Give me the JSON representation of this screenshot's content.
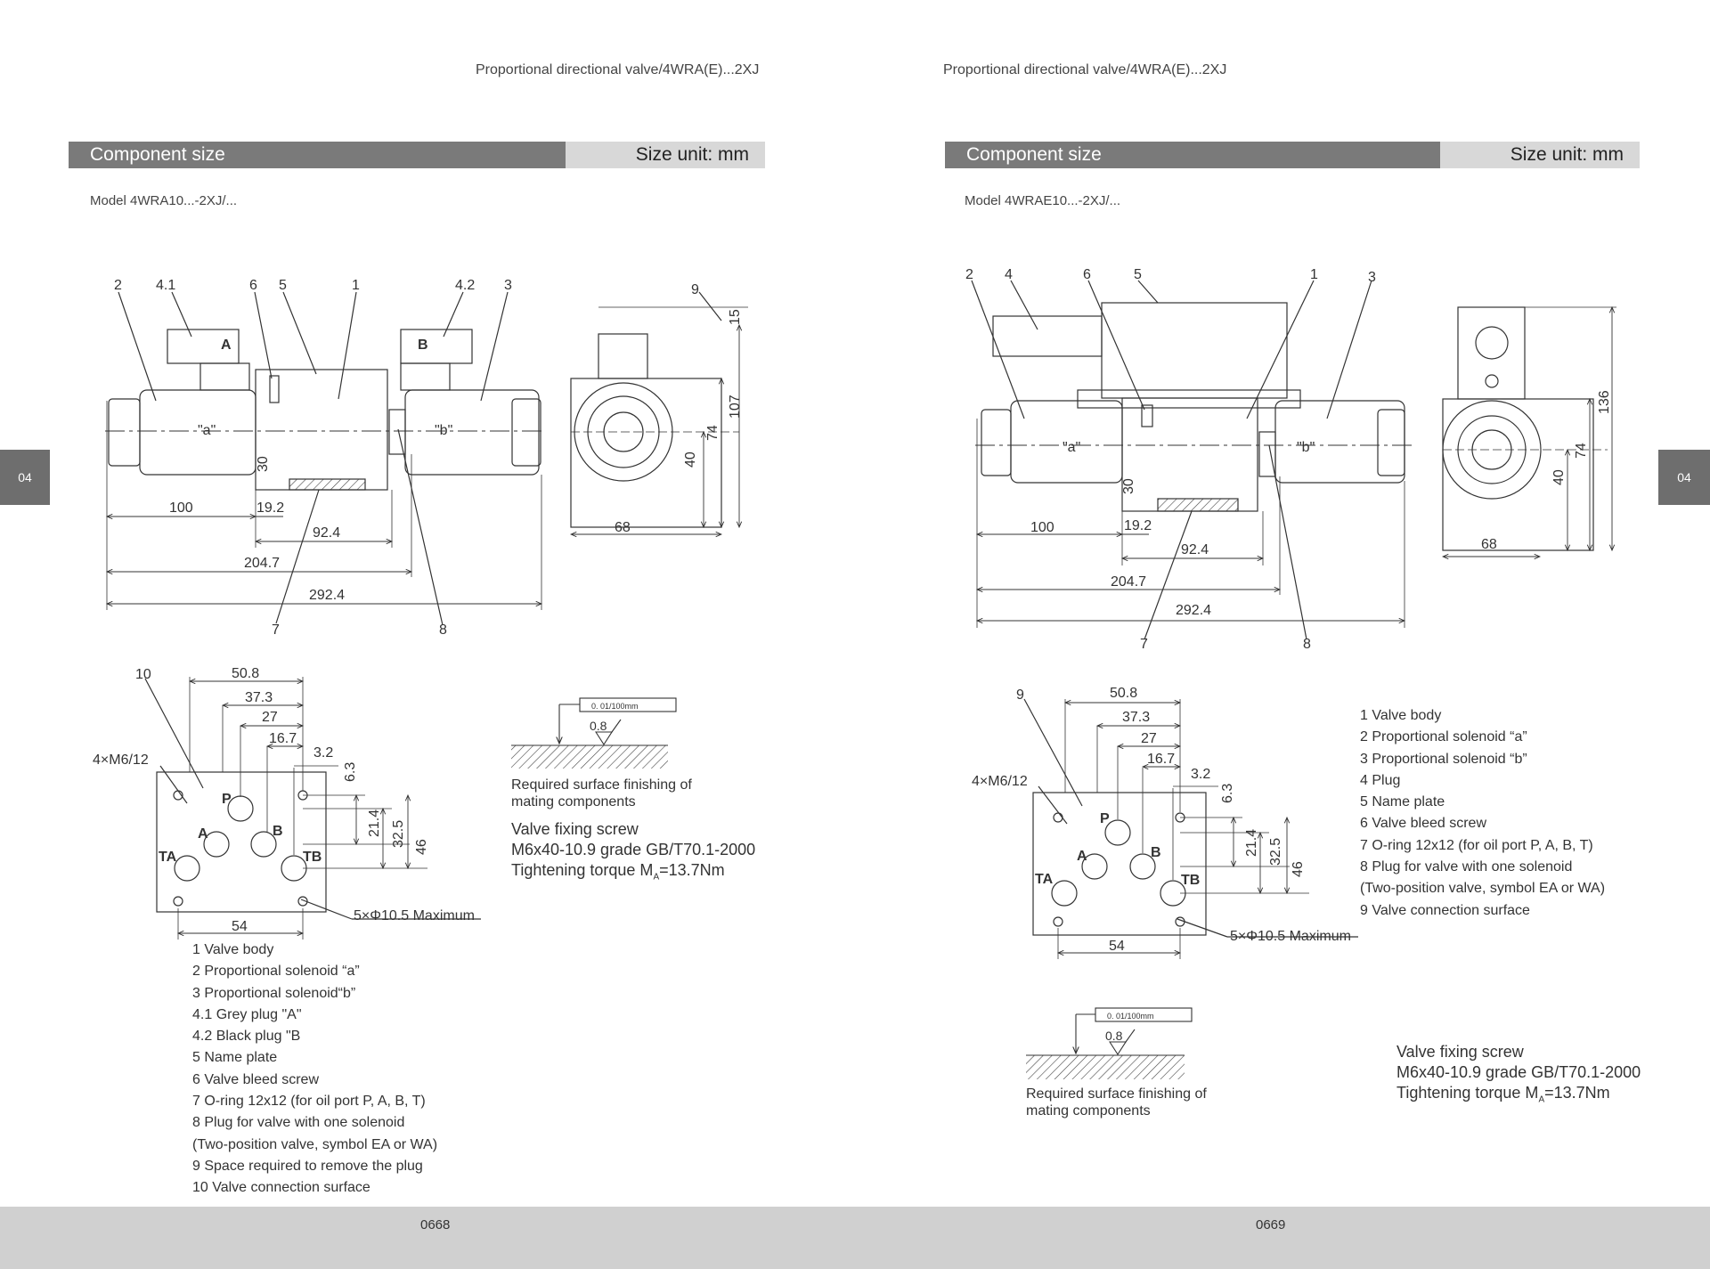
{
  "left": {
    "header": "Proportional directional valve/4WRA(E)...2XJ",
    "section_title": "Component size",
    "size_unit": "Size unit: mm",
    "model": "Model 4WRA10...-2XJ/...",
    "side_tab": "04",
    "page_number": "0668",
    "surface_note": [
      "Required surface finishing of",
      "mating components"
    ],
    "screw": {
      "line1": "Valve fixing screw",
      "line2": "M6x40-10.9 grade GB/T70.1-2000",
      "line3_prefix": "Tightening torque M",
      "line3_sub": "A",
      "line3_suffix": "=13.7Nm"
    },
    "legend": [
      "1 Valve body",
      "2 Proportional solenoid “a”",
      "3 Proportional solenoid“b”",
      "4.1 Grey plug \"A\"",
      "4.2 Black plug \"B",
      "5 Name plate",
      "6 Valve bleed screw",
      "7 O-ring 12x12 (for oil port P, A, B, T)",
      "8 Plug for valve with one solenoid",
      "(Two-position valve, symbol EA or WA)",
      "9 Space required to remove the plug",
      "10 Valve connection surface"
    ],
    "callouts": [
      "2",
      "4.1",
      "6",
      "5",
      "1",
      "4.2",
      "3",
      "9",
      "7",
      "8",
      "10"
    ],
    "dims": [
      "100",
      "19.2",
      "92.4",
      "204.7",
      "292.4",
      "30",
      "68",
      "40",
      "74",
      "107",
      "15",
      "50.8",
      "37.3",
      "27",
      "16.7",
      "3.2",
      "6.3",
      "21.4",
      "32.5",
      "46",
      "54",
      "0.8"
    ],
    "labels": [
      "\"a\"",
      "\"b\"",
      "A",
      "B",
      "P",
      "TA",
      "TB",
      "4×M6/12",
      "5×Φ10.5 Maximum"
    ],
    "flatness": "0. 01/100mm"
  },
  "right": {
    "header": "Proportional directional valve/4WRA(E)...2XJ",
    "section_title": "Component size",
    "size_unit": "Size unit: mm",
    "model": "Model 4WRAE10...-2XJ/...",
    "side_tab": "04",
    "page_number": "0669",
    "surface_note": [
      "Required surface finishing of",
      "mating components"
    ],
    "screw": {
      "line1": "Valve fixing screw",
      "line2": "M6x40-10.9 grade GB/T70.1-2000",
      "line3_prefix": "Tightening torque M",
      "line3_sub": "A",
      "line3_suffix": "=13.7Nm"
    },
    "legend": [
      "1 Valve body",
      "2 Proportional solenoid “a”",
      "3 Proportional solenoid “b”",
      "4 Plug",
      "5 Name plate",
      "6 Valve bleed screw",
      "7 O-ring 12x12 (for oil port P, A, B, T)",
      "8 Plug for valve with one solenoid",
      "(Two-position valve, symbol EA or WA)",
      "9 Valve connection surface"
    ],
    "callouts": [
      "2",
      "4",
      "6",
      "5",
      "1",
      "3",
      "7",
      "8",
      "9"
    ],
    "dims": [
      "100",
      "19.2",
      "92.4",
      "204.7",
      "292.4",
      "30",
      "68",
      "40",
      "74",
      "136",
      "50.8",
      "37.3",
      "27",
      "16.7",
      "3.2",
      "6.3",
      "21.4",
      "32.5",
      "46",
      "54",
      "0.8"
    ],
    "labels": [
      "\"a\"",
      "\"b\"",
      "A",
      "B",
      "P",
      "TA",
      "TB",
      "4×M6/12",
      "5×Φ10.5 Maximum"
    ],
    "flatness": "0. 01/100mm"
  }
}
